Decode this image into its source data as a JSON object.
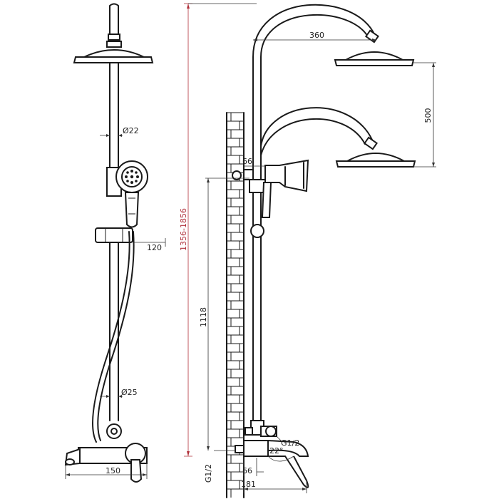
{
  "dimensions": {
    "diameter_top": "Ø22",
    "diameter_bottom": "Ø25",
    "holder_depth": "120",
    "spout_length_front": "150",
    "total_height": "1356-1856",
    "head_reach": "360",
    "head_height_range": "500",
    "slide_height": "1118",
    "hand_shower_offset": "66",
    "inlet_thread_side": "G1/2",
    "inlet_thread_bottom": "G1/2",
    "wall_offset": "66",
    "spout_angle": "22°",
    "spout_length_side": "181"
  },
  "colors": {
    "line": "#1a1a1a",
    "total_height_dim": "#b0303a"
  }
}
